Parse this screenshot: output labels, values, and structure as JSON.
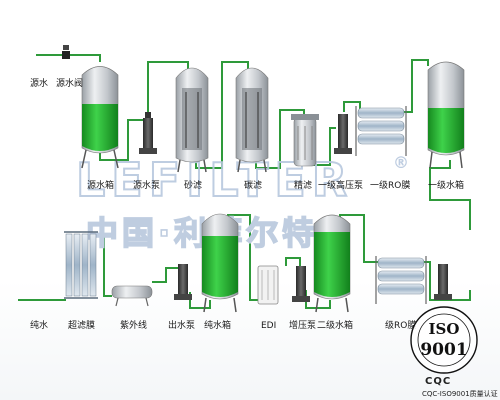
{
  "labels": {
    "source_water": "源水",
    "source_valve": "源水阀",
    "raw_tank": "源水箱",
    "raw_pump": "源水泵",
    "sand_filter": "砂滤",
    "carbon_filter": "碳滤",
    "precision_filter": "精滤",
    "hp_pump_1": "一级高压泵",
    "ro_1": "一级RO膜",
    "tank_1": "一级水箱",
    "pure_water": "纯水",
    "uf": "超滤膜",
    "uv": "紫外线",
    "out_pump": "出水泵",
    "pure_tank": "纯水箱",
    "edi": "EDI",
    "boost_pump": "增压泵",
    "tank_2": "二级水箱",
    "ro_2": "级RO膜"
  },
  "watermark": {
    "brand": "LEFILTER",
    "brand_reg": "®",
    "chinese": "中国·利菲尔特"
  },
  "seal": {
    "iso": "ISO",
    "number": "9001",
    "caption": "CQC-ISO9001质量认证",
    "logo": "CQC"
  },
  "colors": {
    "pipe": "#2e9a3a",
    "water": "#1faa2a",
    "tank": "#c9ccd0",
    "watermark": "#c6d3e6"
  }
}
